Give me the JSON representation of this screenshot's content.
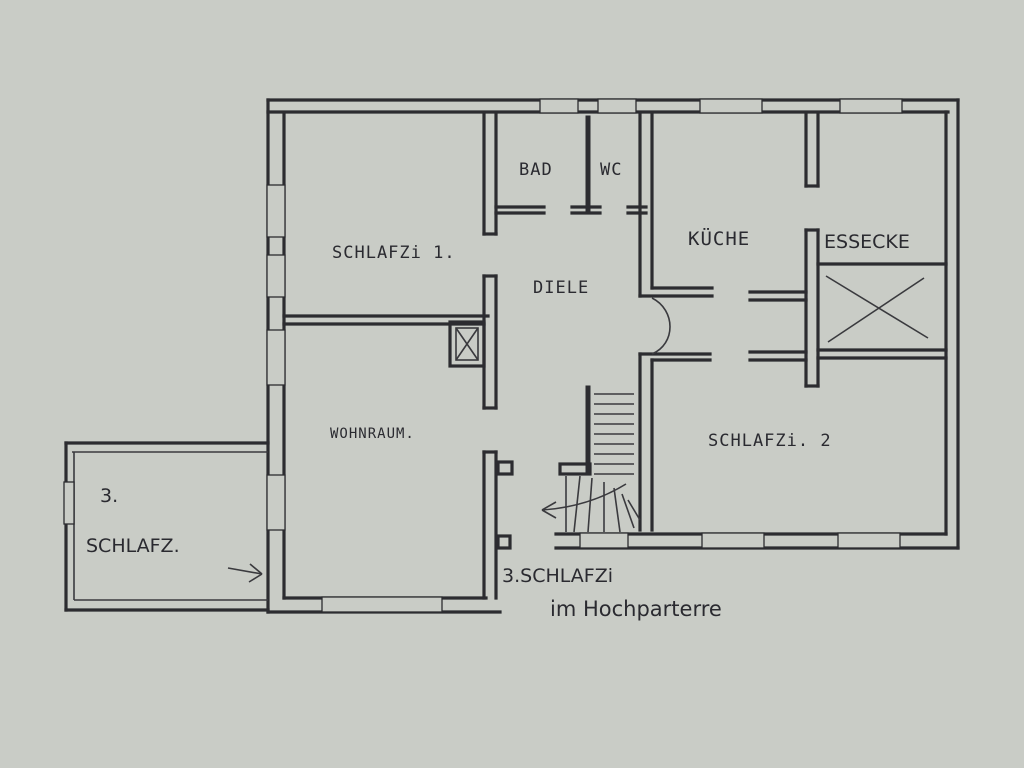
{
  "plan": {
    "rooms": {
      "bedroom1": "SCHLAFZi 1.",
      "bath": "BAD",
      "wc": "WC",
      "kitchen": "KÜCHE",
      "dining": "ESSECKE",
      "hall": "DIELE",
      "living": "WOHNRAUM.",
      "bedroom2": "SCHLAFZi. 2",
      "bedroom3_num": "3.",
      "bedroom3_name": "SCHLAFZ."
    },
    "annotation": {
      "line1": "3.SCHLAFZi",
      "line2": "im Hochparterre"
    }
  },
  "colors": {
    "paper": "#c9ccc6",
    "ink": "#2c2c30"
  }
}
